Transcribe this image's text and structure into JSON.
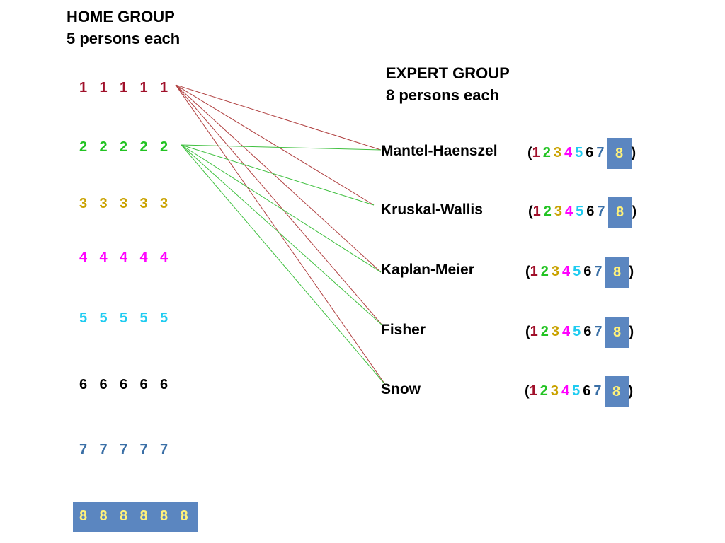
{
  "home_group": {
    "title_line1": "HOME GROUP",
    "title_line2": "5 persons each"
  },
  "expert_group": {
    "title_line1": "EXPERT GROUP",
    "title_line2": "8 persons each"
  },
  "colors": {
    "1": "#a0102a",
    "2": "#22c322",
    "3": "#c9a200",
    "4": "#ff00ff",
    "5": "#1ecbf0",
    "6": "#000000",
    "7": "#3a6fa6",
    "8": "#fff27a",
    "box": "#5b86c0",
    "link_red": "#b04040",
    "link_green": "#40c040"
  },
  "home_rows": [
    {
      "digit": "1",
      "members": [
        "1",
        "1",
        "1",
        "1",
        "1"
      ]
    },
    {
      "digit": "2",
      "members": [
        "2",
        "2",
        "2",
        "2",
        "2"
      ]
    },
    {
      "digit": "3",
      "members": [
        "3",
        "3",
        "3",
        "3",
        "3"
      ]
    },
    {
      "digit": "4",
      "members": [
        "4",
        "4",
        "4",
        "4",
        "4"
      ]
    },
    {
      "digit": "5",
      "members": [
        "5",
        "5",
        "5",
        "5",
        "5"
      ]
    },
    {
      "digit": "6",
      "members": [
        "6",
        "6",
        "6",
        "6",
        "6"
      ]
    },
    {
      "digit": "7",
      "members": [
        "7",
        "7",
        "7",
        "7",
        "7"
      ]
    },
    {
      "digit": "8",
      "members": [
        "8",
        "8",
        "8",
        "8",
        "8",
        "8"
      ]
    }
  ],
  "expert_groups": [
    {
      "name": "Mantel-Haenszel",
      "open": "(",
      "members": [
        "1",
        "2",
        "3",
        "4",
        "5",
        "6",
        "7"
      ],
      "boxed": "8",
      "close": ")"
    },
    {
      "name": "Kruskal-Wallis",
      "open": "(",
      "members": [
        "1",
        "2",
        "3",
        "4",
        "5",
        "6",
        "7"
      ],
      "boxed": "8",
      "close": ")"
    },
    {
      "name": "Kaplan-Meier",
      "open": "(",
      "members": [
        "1",
        "2",
        "3",
        "4",
        "5",
        "6",
        "7"
      ],
      "boxed": "8",
      "close": ")"
    },
    {
      "name": "Fisher",
      "open": "(",
      "members": [
        "1",
        "2",
        "3",
        "4",
        "5",
        "6",
        "7"
      ],
      "boxed": "8",
      "close": ")"
    },
    {
      "name": "Snow",
      "open": "(",
      "members": [
        "1",
        "2",
        "3",
        "4",
        "5",
        "6",
        "7"
      ],
      "boxed": "8",
      "close": ")"
    }
  ],
  "connections": [
    {
      "from_row": "1",
      "to_groups": [
        "Mantel-Haenszel",
        "Kruskal-Wallis",
        "Kaplan-Meier",
        "Fisher",
        "Snow"
      ]
    },
    {
      "from_row": "2",
      "to_groups": [
        "Mantel-Haenszel",
        "Kruskal-Wallis",
        "Kaplan-Meier",
        "Fisher",
        "Snow"
      ]
    }
  ]
}
